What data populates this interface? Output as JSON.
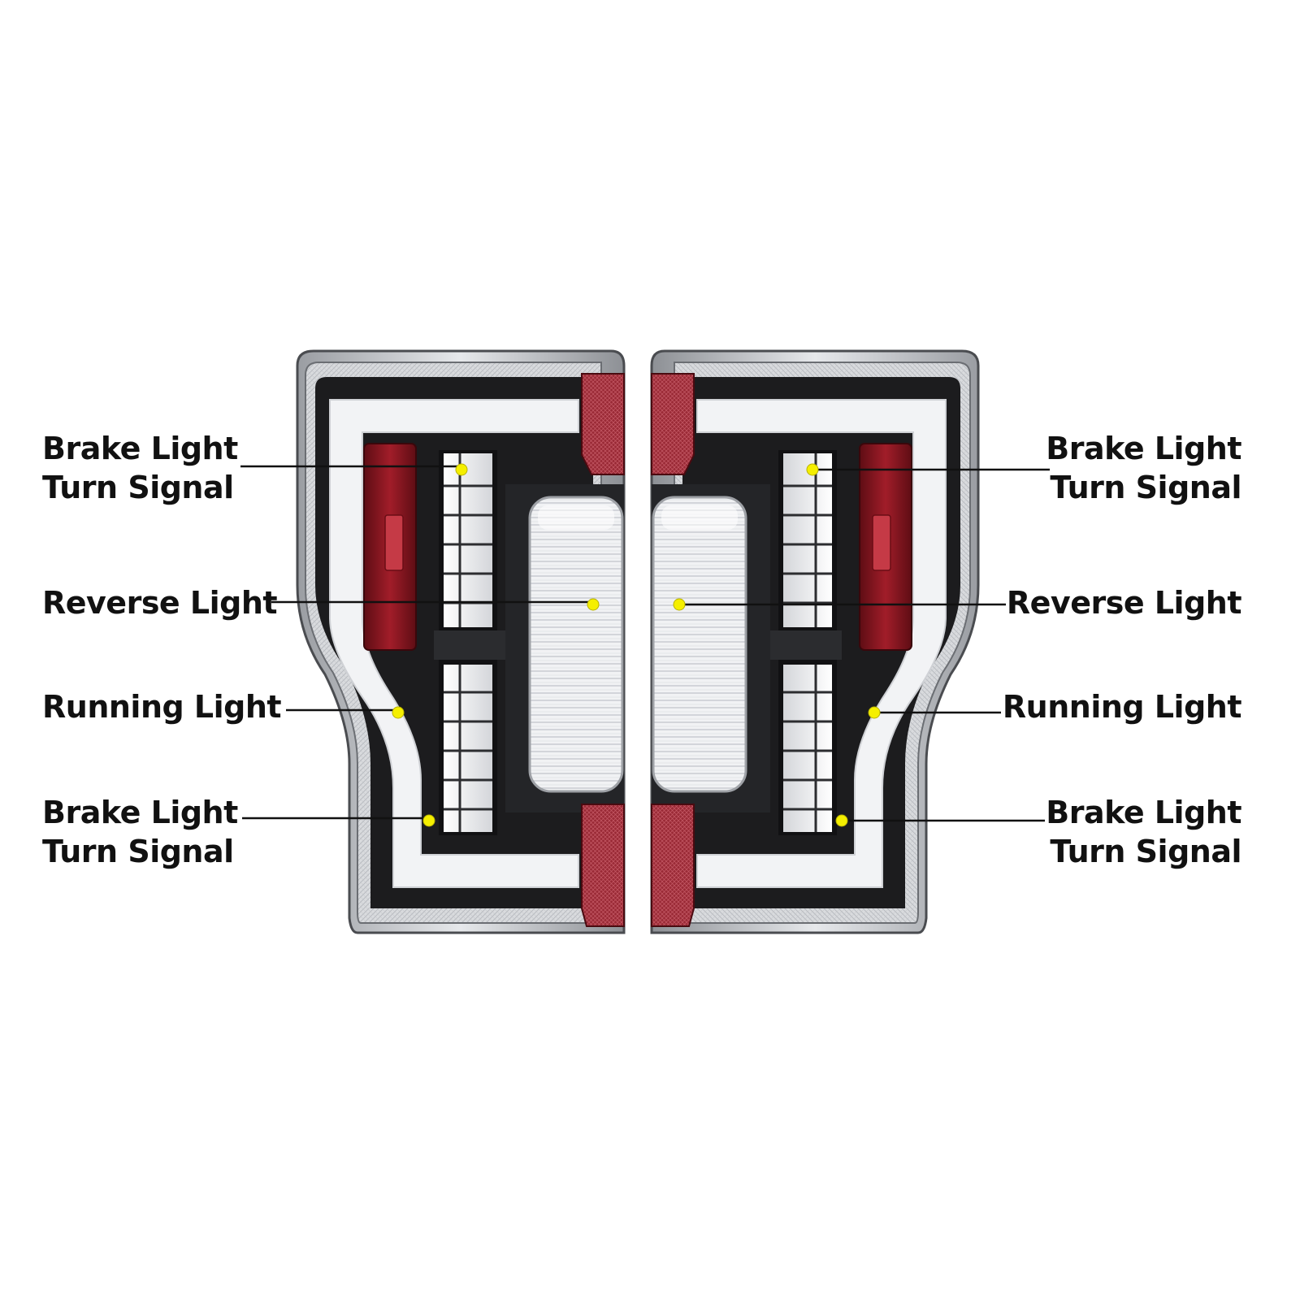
{
  "colors": {
    "background": "#ffffff",
    "text": "#111111",
    "leader_line": "#111111",
    "marker_dot": "#f5ef00",
    "housing_black": "#1c1c1e",
    "lens_clear": "#eef0f2",
    "red_reflector": "#8e1620",
    "led_strip": "#f4f4f6"
  },
  "labels": {
    "left": [
      {
        "lines": [
          "Brake Light",
          "Turn Signal"
        ]
      },
      {
        "lines": [
          "Reverse Light"
        ]
      },
      {
        "lines": [
          "Running Light"
        ]
      },
      {
        "lines": [
          "Brake Light",
          "Turn Signal"
        ]
      }
    ],
    "right": [
      {
        "lines": [
          "Brake Light",
          "Turn Signal"
        ]
      },
      {
        "lines": [
          "Reverse Light"
        ]
      },
      {
        "lines": [
          "Running Light"
        ]
      },
      {
        "lines": [
          "Brake Light",
          "Turn Signal"
        ]
      }
    ]
  }
}
